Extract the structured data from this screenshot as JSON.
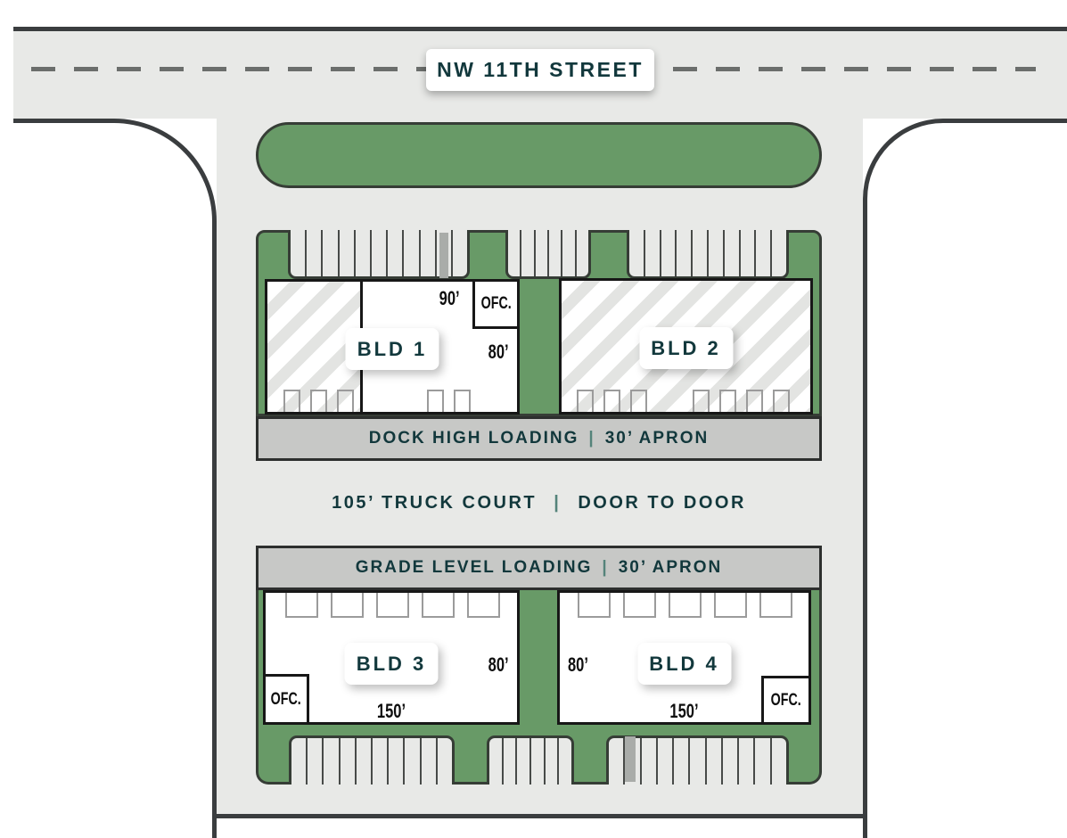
{
  "street": {
    "name": "NW 11TH STREET"
  },
  "separator": "|",
  "annotations": {
    "dock_loading": {
      "left": "DOCK HIGH LOADING",
      "right": "30’ APRON"
    },
    "truck_court": {
      "left": "105’ TRUCK COURT",
      "right": "DOOR TO DOOR"
    },
    "grade_loading": {
      "left": "GRADE LEVEL LOADING",
      "right": "30’ APRON"
    }
  },
  "buildings": {
    "bld1": {
      "label": "BLD 1",
      "office_label": "OFC.",
      "width_dim": "90’",
      "depth_dim": "80’",
      "dock_doors_left_group": 3,
      "dock_doors_right_group": 2
    },
    "bld2": {
      "label": "BLD 2",
      "dock_doors_left_group": 3,
      "dock_doors_right_group": 4
    },
    "bld3": {
      "label": "BLD 3",
      "office_label": "OFC.",
      "depth_dim": "80’",
      "width_dim": "150’",
      "grade_doors": 5
    },
    "bld4": {
      "label": "BLD 4",
      "office_label": "OFC.",
      "depth_dim": "80’",
      "width_dim": "150’",
      "grade_doors": 5
    }
  },
  "parking": {
    "top_row_bays": [
      11,
      6,
      10
    ],
    "bottom_row_bays": [
      10,
      6,
      11
    ]
  },
  "colors": {
    "green": "#689a67",
    "pavement": "#e8e9e7",
    "loading_strip": "#c7c8c6",
    "teal_text": "#12383c",
    "outline": "#3a3d3f",
    "separator_accent": "#54837a"
  }
}
